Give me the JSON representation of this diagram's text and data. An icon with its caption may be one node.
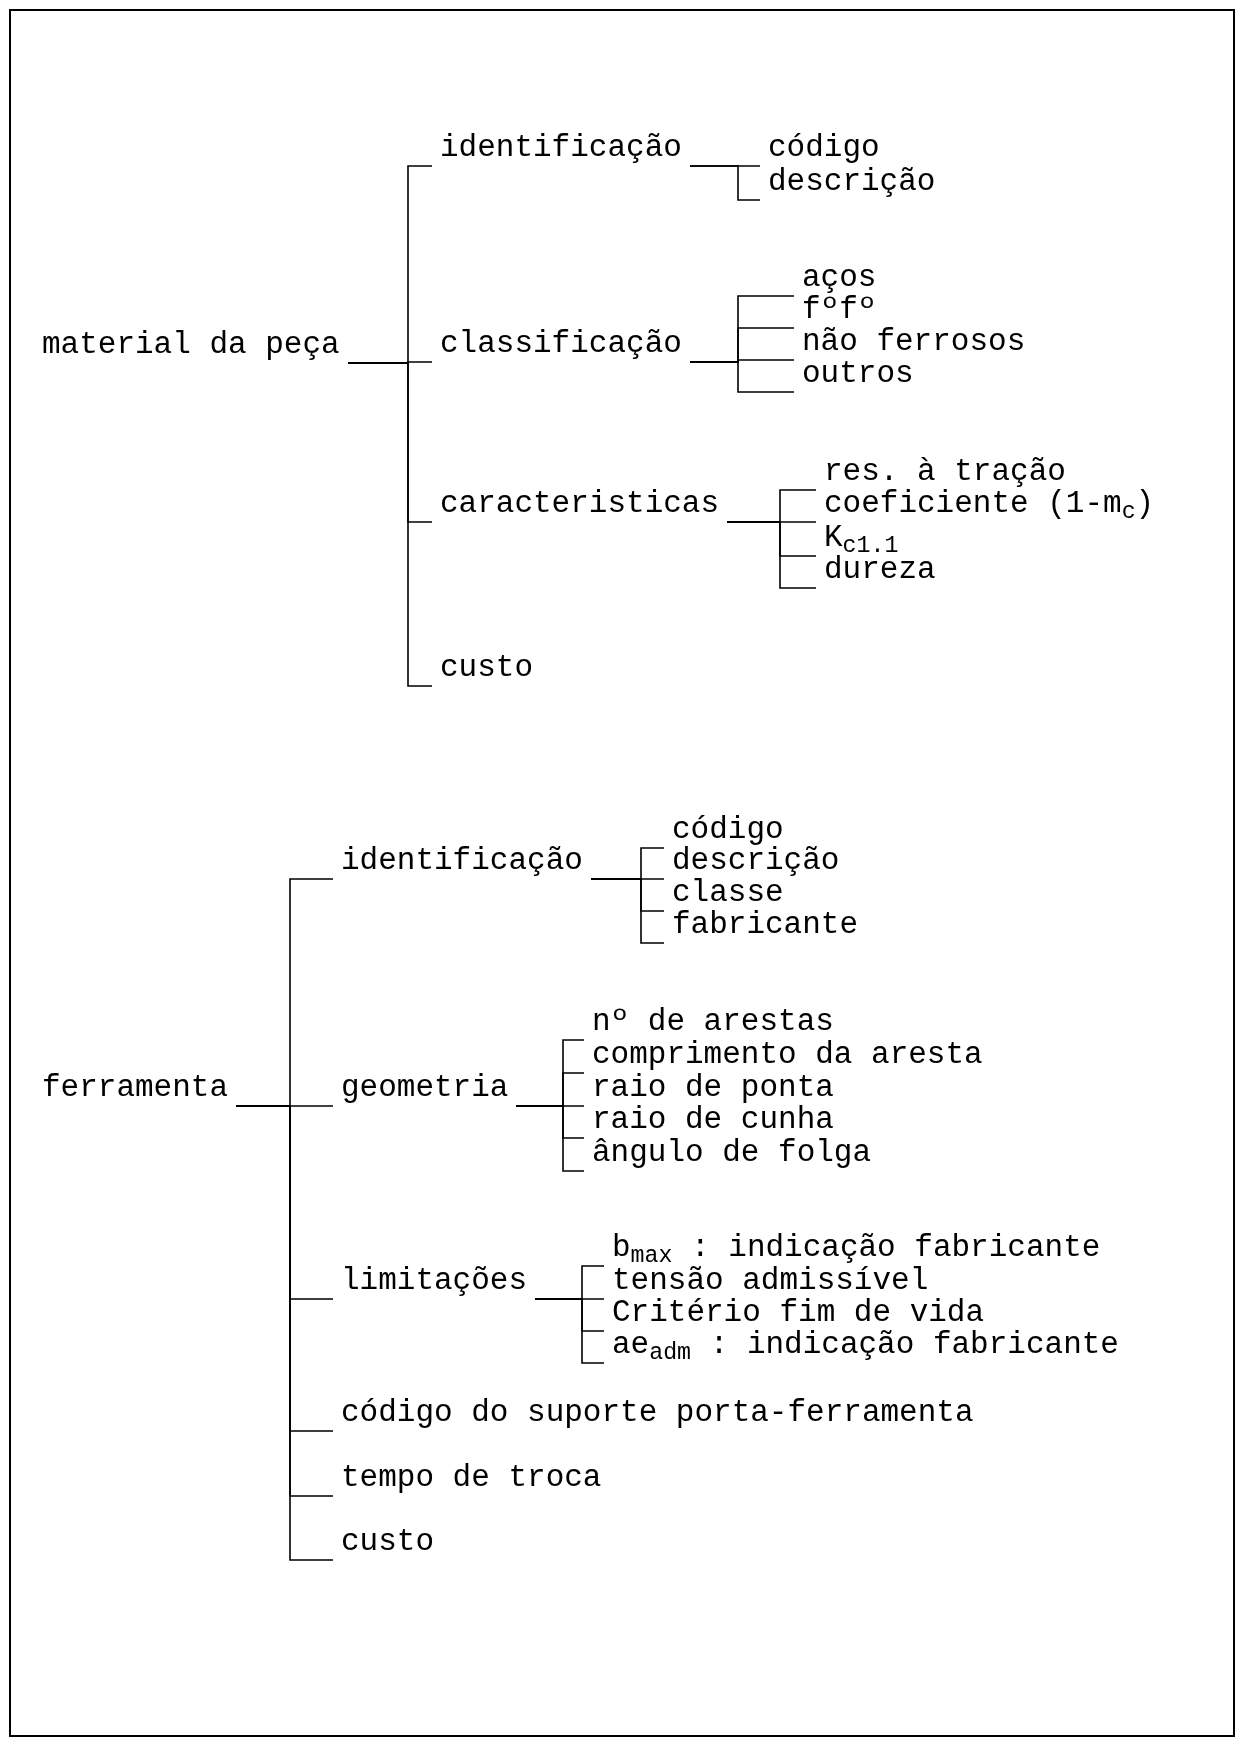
{
  "diagram": {
    "nodes": [
      {
        "text": [
          "material da peça"
        ]
      },
      {
        "text": [
          "identificação"
        ]
      },
      {
        "text": [
          "código"
        ]
      },
      {
        "text": [
          "descrição"
        ]
      },
      {
        "text": [
          "classificação"
        ]
      },
      {
        "text": [
          "aços"
        ]
      },
      {
        "text": [
          "fºfº"
        ]
      },
      {
        "text": [
          "não ferrosos"
        ]
      },
      {
        "text": [
          "outros"
        ]
      },
      {
        "text": [
          "caracteristicas"
        ]
      },
      {
        "text": [
          "res. à tração"
        ]
      },
      {
        "text": [
          "coeficiente (1-m$_{c}$)"
        ]
      },
      {
        "text": [
          "K$_{c1.1}$"
        ]
      },
      {
        "text": [
          "dureza"
        ]
      },
      {
        "text": [
          "custo"
        ]
      },
      {
        "text": [
          "ferramenta"
        ]
      },
      {
        "text": [
          "identificação"
        ]
      },
      {
        "text": [
          "código"
        ]
      },
      {
        "text": [
          "descrição"
        ]
      },
      {
        "text": [
          "classe"
        ]
      },
      {
        "text": [
          "fabricante"
        ]
      },
      {
        "text": [
          "geometria"
        ]
      },
      {
        "text": [
          "nº de arestas"
        ]
      },
      {
        "text": [
          "comprimento da aresta"
        ]
      },
      {
        "text": [
          "raio de ponta"
        ]
      },
      {
        "text": [
          "raio de cunha"
        ]
      },
      {
        "text": [
          "ângulo de folga"
        ]
      },
      {
        "text": [
          "limitações"
        ]
      },
      {
        "text": [
          "b$_{max}$ : indicação fabricante"
        ]
      },
      {
        "text": [
          "tensão admissível"
        ]
      },
      {
        "text": [
          "Critério fim de vida"
        ]
      },
      {
        "text": [
          "ae$_{adm}$ : indicação fabricante"
        ]
      },
      {
        "text": [
          "código do suporte porta-ferramenta"
        ]
      },
      {
        "text": [
          "tempo de troca"
        ]
      },
      {
        "text": [
          "custo"
        ]
      }
    ],
    "edges": [
      {
        "from": 0,
        "to": 1,
        "arrow": "none"
      },
      {
        "from": 0,
        "to": 4,
        "arrow": "none"
      },
      {
        "from": 0,
        "to": 9,
        "arrow": "none"
      },
      {
        "from": 0,
        "to": 14,
        "arrow": "none"
      },
      {
        "from": 1,
        "to": 2,
        "arrow": "none"
      },
      {
        "from": 1,
        "to": 3,
        "arrow": "none"
      },
      {
        "from": 4,
        "to": 5,
        "arrow": "none"
      },
      {
        "from": 4,
        "to": 6,
        "arrow": "none"
      },
      {
        "from": 4,
        "to": 7,
        "arrow": "none"
      },
      {
        "from": 4,
        "to": 8,
        "arrow": "none"
      },
      {
        "from": 9,
        "to": 10,
        "arrow": "none"
      },
      {
        "from": 9,
        "to": 11,
        "arrow": "none"
      },
      {
        "from": 9,
        "to": 12,
        "arrow": "none"
      },
      {
        "from": 9,
        "to": 13,
        "arrow": "none"
      },
      {
        "from": 15,
        "to": 16,
        "arrow": "none"
      },
      {
        "from": 15,
        "to": 21,
        "arrow": "none"
      },
      {
        "from": 15,
        "to": 27,
        "arrow": "none"
      },
      {
        "from": 15,
        "to": 32,
        "arrow": "none"
      },
      {
        "from": 15,
        "to": 33,
        "arrow": "none"
      },
      {
        "from": 15,
        "to": 34,
        "arrow": "none"
      },
      {
        "from": 16,
        "to": 17,
        "arrow": "none"
      },
      {
        "from": 16,
        "to": 18,
        "arrow": "none"
      },
      {
        "from": 16,
        "to": 19,
        "arrow": "none"
      },
      {
        "from": 16,
        "to": 20,
        "arrow": "none"
      },
      {
        "from": 21,
        "to": 22,
        "arrow": "none"
      },
      {
        "from": 21,
        "to": 23,
        "arrow": "none"
      },
      {
        "from": 21,
        "to": 24,
        "arrow": "none"
      },
      {
        "from": 21,
        "to": 25,
        "arrow": "none"
      },
      {
        "from": 21,
        "to": 26,
        "arrow": "none"
      },
      {
        "from": 27,
        "to": 28,
        "arrow": "none"
      },
      {
        "from": 27,
        "to": 29,
        "arrow": "none"
      },
      {
        "from": 27,
        "to": 30,
        "arrow": "none"
      },
      {
        "from": 27,
        "to": 31,
        "arrow": "none"
      }
    ]
  }
}
